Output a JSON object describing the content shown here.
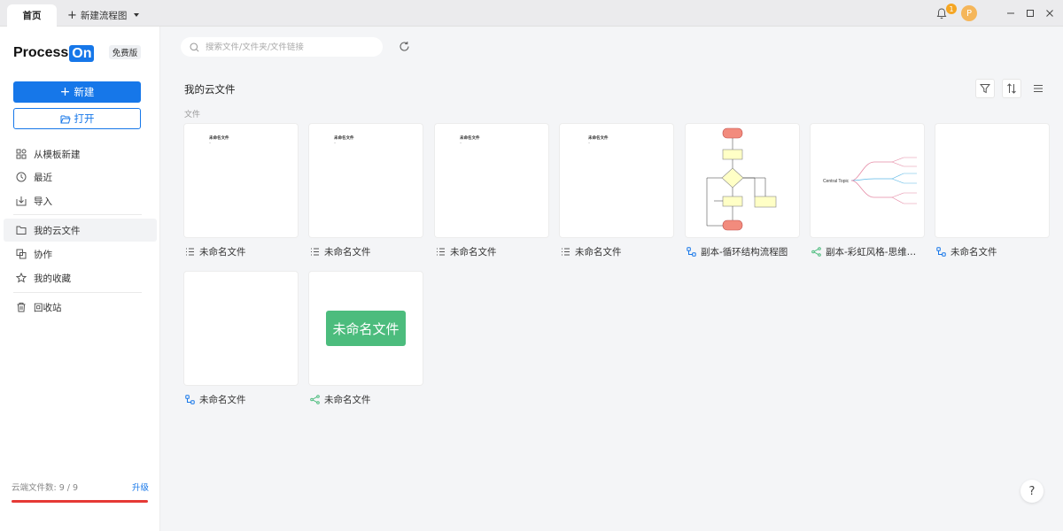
{
  "titlebar": {
    "home_tab": "首页",
    "new_tab": "新建流程图",
    "badge_count": "1",
    "avatar_letter": "P"
  },
  "sidebar": {
    "logo_text": "Process",
    "logo_on": "On",
    "plan_badge": "免费版",
    "new_button": "新建",
    "open_button": "打开",
    "items": [
      {
        "label": "从模板新建",
        "icon": "template-icon"
      },
      {
        "label": "最近",
        "icon": "clock-icon"
      },
      {
        "label": "导入",
        "icon": "import-icon"
      },
      {
        "label": "我的云文件",
        "icon": "folder-icon",
        "active": true
      },
      {
        "label": "协作",
        "icon": "collaborate-icon"
      },
      {
        "label": "我的收藏",
        "icon": "star-icon"
      },
      {
        "label": "回收站",
        "icon": "trash-icon"
      }
    ],
    "storage_text": "云端文件数: 9 / 9",
    "upgrade_label": "升级"
  },
  "main": {
    "search_placeholder": "搜索文件/文件夹/文件链接",
    "section_title": "我的云文件",
    "sub_title": "文件",
    "files": [
      {
        "name": "未命名文件",
        "type": "outline",
        "preview_title": "未命名文件"
      },
      {
        "name": "未命名文件",
        "type": "outline",
        "preview_title": "未命名文件"
      },
      {
        "name": "未命名文件",
        "type": "outline",
        "preview_title": "未命名文件"
      },
      {
        "name": "未命名文件",
        "type": "outline",
        "preview_title": "未命名文件"
      },
      {
        "name": "副本-循环结构流程图",
        "type": "flowchart"
      },
      {
        "name": "副本-彩虹风格-思维导...",
        "type": "mindmap",
        "preview_center": "Central Topic"
      },
      {
        "name": "未命名文件",
        "type": "flowchart"
      },
      {
        "name": "未命名文件",
        "type": "flowchart"
      },
      {
        "name": "未命名文件",
        "type": "mindmap",
        "preview_text": "未命名文件"
      }
    ]
  },
  "colors": {
    "accent": "#1677e9",
    "green": "#4cbc7d",
    "storage_full": "#e53935"
  },
  "help_label": "?"
}
